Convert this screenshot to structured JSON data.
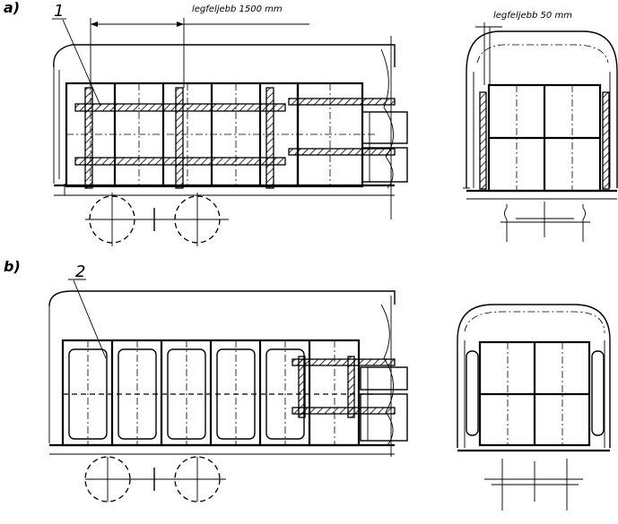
{
  "labels": {
    "part_a": "a)",
    "part_b": "b)",
    "item_1": "1",
    "item_2": "2",
    "dim_top_a": "legfeljebb 1500 mm",
    "dim_end_a": "legfeljebb 50 mm"
  }
}
